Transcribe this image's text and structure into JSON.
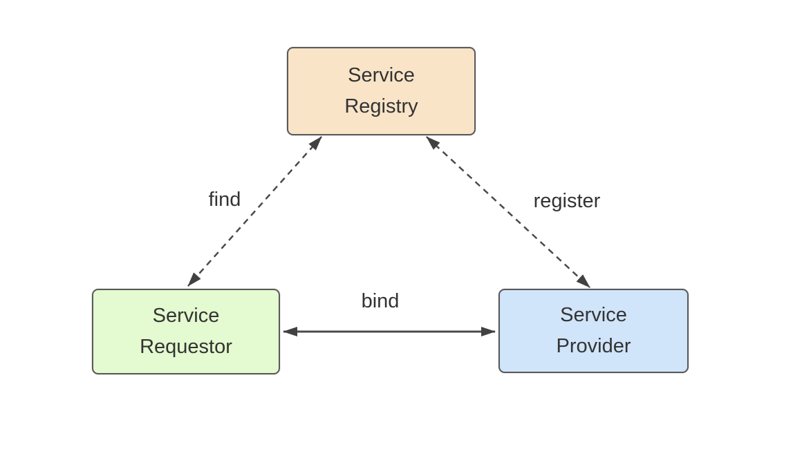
{
  "diagram": {
    "type": "triangle-relationship-diagram",
    "background": "#ffffff",
    "text_color": "#333333",
    "arrow_color": "#4a4a4a",
    "node_border_color": "#595959",
    "nodes": [
      {
        "id": "service-registry",
        "lines": [
          "Service",
          "Registry"
        ],
        "fill": "#f9e4c8",
        "position": "top-center"
      },
      {
        "id": "service-requestor",
        "lines": [
          "Service",
          "Requestor"
        ],
        "fill": "#e4fad0",
        "position": "bottom-left"
      },
      {
        "id": "service-provider",
        "lines": [
          "Service",
          "Provider"
        ],
        "fill": "#d0e4fa",
        "position": "bottom-right"
      }
    ],
    "edges": [
      {
        "id": "find",
        "label": "find",
        "between": [
          "service-requestor",
          "service-registry"
        ],
        "line_style": "dashed",
        "arrows": "both"
      },
      {
        "id": "register",
        "label": "register",
        "between": [
          "service-provider",
          "service-registry"
        ],
        "line_style": "dashed",
        "arrows": "both"
      },
      {
        "id": "bind",
        "label": "bind",
        "between": [
          "service-requestor",
          "service-provider"
        ],
        "line_style": "solid",
        "arrows": "both"
      }
    ]
  }
}
